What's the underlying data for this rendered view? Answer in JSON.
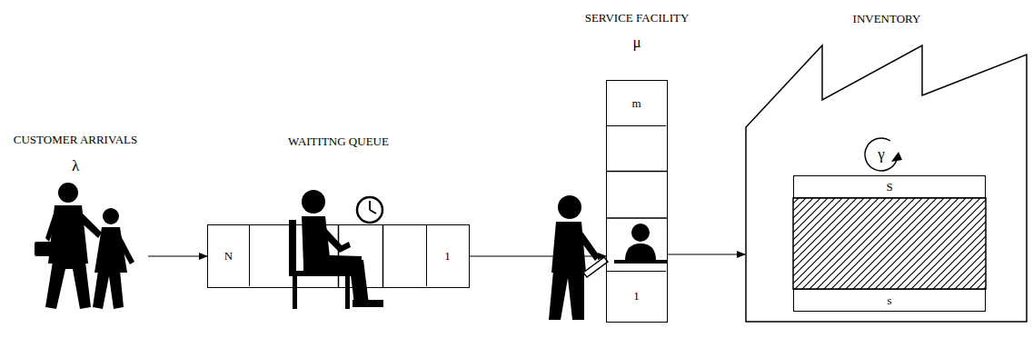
{
  "diagram": {
    "nodes": [
      {
        "text": [
          "CUSTOMER ARRIVALS",
          "λ"
        ]
      },
      {
        "text": [
          "WAITITNG QUEUE"
        ]
      },
      {
        "text": [
          "N"
        ],
        "in": 1
      },
      {
        "text": [
          "1"
        ],
        "in": 1
      },
      {
        "text": [
          "SERVICE FACILITY",
          "μ"
        ]
      },
      {
        "text": [
          "m"
        ],
        "in": 4
      },
      {
        "text": [
          "1"
        ],
        "in": 4
      },
      {
        "text": [
          "INVENTORY"
        ]
      },
      {
        "text": [
          "S"
        ],
        "in": 7
      },
      {
        "text": [
          "s"
        ],
        "in": 7
      }
    ],
    "edges": [
      {
        "from": 0,
        "to": 1,
        "arrow": "to"
      },
      {
        "from": 1,
        "to": 4,
        "arrow": "to"
      },
      {
        "from": 4,
        "to": 7,
        "arrow": "to"
      }
    ],
    "labels": [
      "γ"
    ]
  }
}
